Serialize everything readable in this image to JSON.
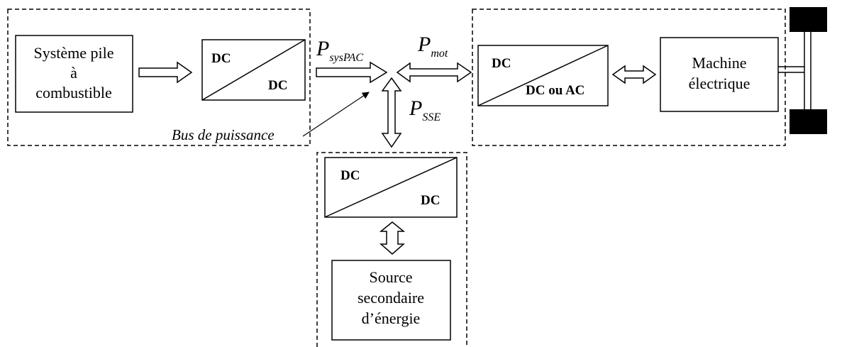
{
  "fuel_cell": {
    "line1": "Système pile",
    "line2": "à",
    "line3": "combustible"
  },
  "converter_fc": {
    "input": "DC",
    "output": "DC"
  },
  "label_p_syspac": {
    "main": "P",
    "sub": "sysPAC"
  },
  "label_p_mot": {
    "main": "P",
    "sub": "mot"
  },
  "label_p_sse": {
    "main": "P",
    "sub": "SSE"
  },
  "bus_label": "Bus de puissance",
  "converter_motor": {
    "input": "DC",
    "output": "DC ou AC"
  },
  "machine": {
    "line1": "Machine",
    "line2": "électrique"
  },
  "converter_storage": {
    "input": "DC",
    "output": "DC"
  },
  "secondary_source": {
    "line1": "Source",
    "line2": "secondaire",
    "line3": "d’énergie"
  }
}
